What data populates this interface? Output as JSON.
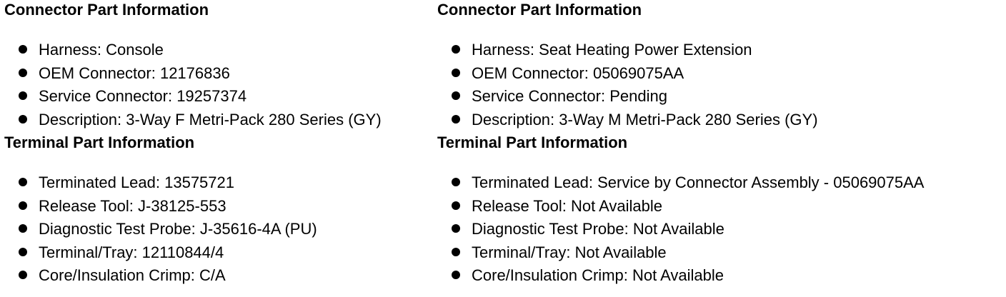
{
  "left": {
    "connector_title": "Connector Part Information",
    "connector_items": [
      "Harness: Console",
      "OEM Connector: 12176836",
      "Service Connector: 19257374",
      "Description: 3-Way F Metri-Pack 280 Series (GY)"
    ],
    "terminal_title": "Terminal Part Information",
    "terminal_items": [
      "Terminated Lead: 13575721",
      "Release Tool: J-38125-553",
      "Diagnostic Test Probe: J-35616-4A (PU)",
      "Terminal/Tray: 12110844/4",
      "Core/Insulation Crimp: C/A"
    ]
  },
  "right": {
    "connector_title": "Connector Part Information",
    "connector_items": [
      "Harness: Seat Heating Power Extension",
      "OEM Connector: 05069075AA",
      "Service Connector: Pending",
      "Description: 3-Way M Metri-Pack 280 Series (GY)"
    ],
    "terminal_title": "Terminal Part Information",
    "terminal_items": [
      "Terminated Lead: Service by Connector Assembly - 05069075AA",
      "Release Tool: Not Available",
      "Diagnostic Test Probe: Not Available",
      "Terminal/Tray: Not Available",
      "Core/Insulation Crimp: Not Available"
    ]
  }
}
